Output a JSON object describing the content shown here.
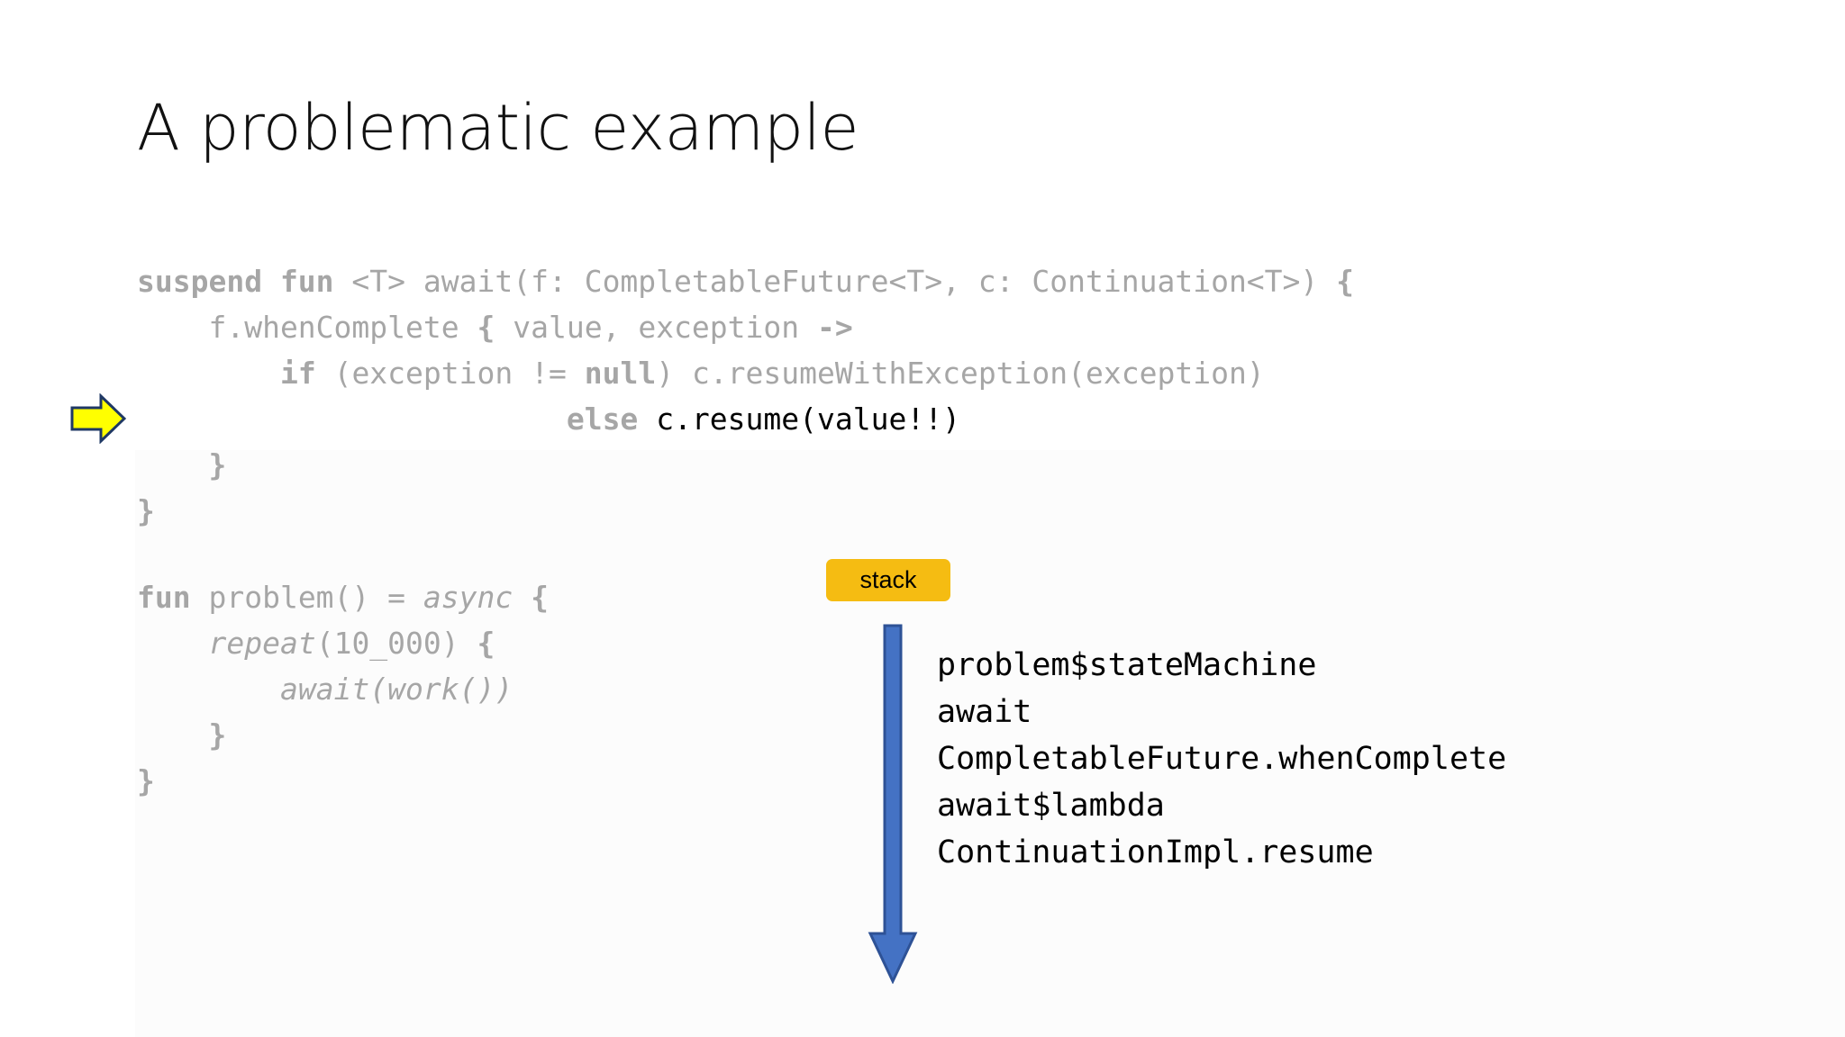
{
  "slide": {
    "title": "A problematic example",
    "background_color": "#ffffff"
  },
  "colors": {
    "code_gray": "#a6a6a6",
    "code_highlight": "#000000",
    "badge_amber": "#f5bc12",
    "arrow_blue_fill": "#4472c4",
    "arrow_blue_stroke": "#2e5296",
    "arrow_yellow_fill": "#ffff00",
    "arrow_yellow_stroke": "#1f3864",
    "title_color": "#111111"
  },
  "code_top": {
    "lines": [
      [
        {
          "text": "suspend fun ",
          "style": "kw"
        },
        {
          "text": "<T> await(f: CompletableFuture<T>, c: Continuation<T>) ",
          "style": "plain"
        },
        {
          "text": "{",
          "style": "kw"
        }
      ],
      [
        {
          "text": "    f.whenComplete ",
          "style": "plain"
        },
        {
          "text": "{",
          "style": "kw"
        },
        {
          "text": " value, exception ",
          "style": "plain"
        },
        {
          "text": "->",
          "style": "kw"
        }
      ],
      [
        {
          "text": "        ",
          "style": "plain"
        },
        {
          "text": "if",
          "style": "kw"
        },
        {
          "text": " (exception != ",
          "style": "plain"
        },
        {
          "text": "null",
          "style": "kw"
        },
        {
          "text": ") c.resumeWithException(exception)",
          "style": "plain"
        }
      ],
      [
        {
          "text": "                        ",
          "style": "plain"
        },
        {
          "text": "else",
          "style": "kw"
        },
        {
          "text": " ",
          "style": "plain"
        },
        {
          "text": "c.resume(value!!)",
          "style": "hl"
        }
      ],
      [
        {
          "text": "    ",
          "style": "plain"
        },
        {
          "text": "}",
          "style": "kw"
        }
      ],
      [
        {
          "text": "}",
          "style": "kw"
        }
      ]
    ]
  },
  "code_bottom": {
    "lines": [
      [
        {
          "text": "fun",
          "style": "kw"
        },
        {
          "text": " problem() = ",
          "style": "plain"
        },
        {
          "text": "async",
          "style": "it"
        },
        {
          "text": " ",
          "style": "plain"
        },
        {
          "text": "{",
          "style": "kw"
        }
      ],
      [
        {
          "text": "    ",
          "style": "plain"
        },
        {
          "text": "repeat",
          "style": "it"
        },
        {
          "text": "(10_000) ",
          "style": "plain"
        },
        {
          "text": "{",
          "style": "kw"
        }
      ],
      [
        {
          "text": "        ",
          "style": "plain"
        },
        {
          "text": "await(work())",
          "style": "it"
        }
      ],
      [
        {
          "text": "    ",
          "style": "plain"
        },
        {
          "text": "}",
          "style": "kw"
        }
      ],
      [
        {
          "text": "}",
          "style": "kw"
        }
      ]
    ]
  },
  "stack": {
    "badge_label": "stack",
    "entries": [
      "problem$stateMachine",
      "await",
      "CompletableFuture.whenComplete",
      "await$lambda",
      "ContinuationImpl.resume"
    ]
  },
  "icons": {
    "yellow_pointer": "arrow-right-icon",
    "blue_stack_direction": "arrow-down-icon"
  }
}
